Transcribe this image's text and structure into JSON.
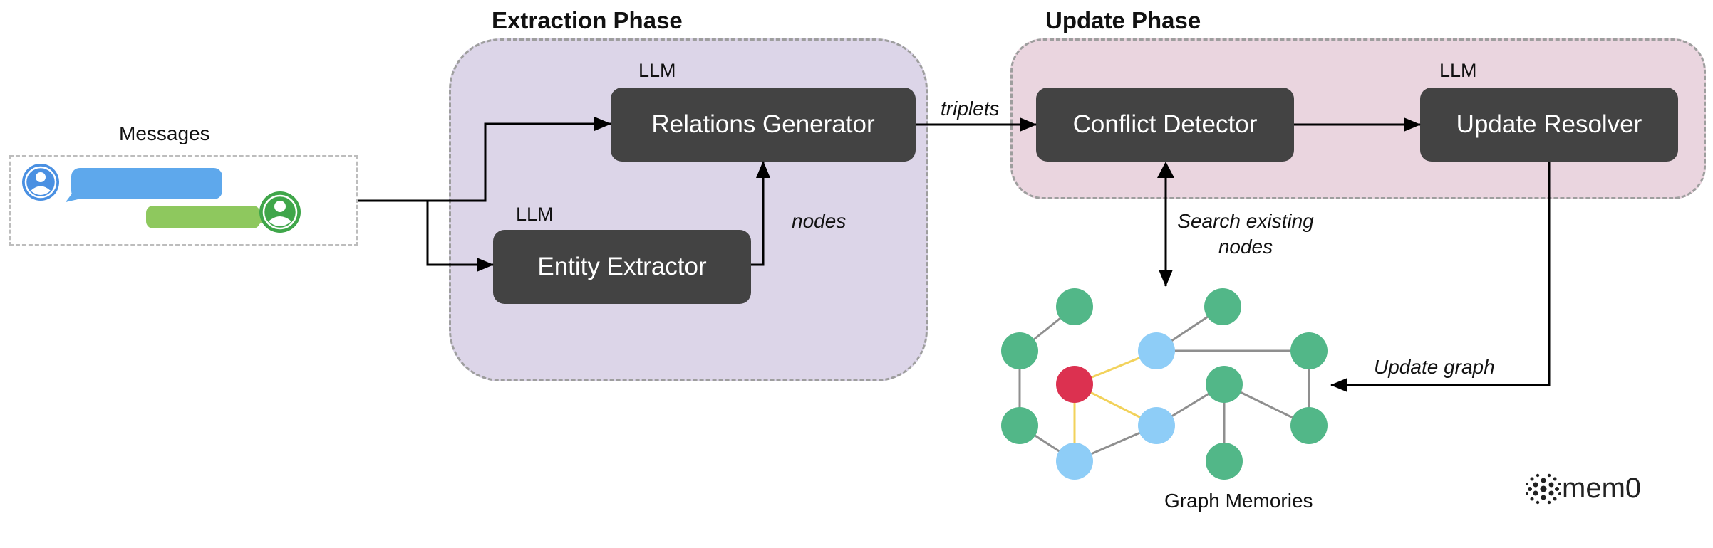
{
  "phases": {
    "extraction_title": "Extraction Phase",
    "update_title": "Update Phase"
  },
  "messages": {
    "label": "Messages"
  },
  "boxes": {
    "relations_generator": "Relations Generator",
    "entity_extractor": "Entity Extractor",
    "conflict_detector": "Conflict Detector",
    "update_resolver": "Update Resolver"
  },
  "llm_tags": {
    "relations": "LLM",
    "entity": "LLM",
    "resolver": "LLM"
  },
  "edge_labels": {
    "triplets": "triplets",
    "nodes": "nodes",
    "search_line1": "Search existing",
    "search_line2": "nodes",
    "update_graph": "Update graph"
  },
  "graph": {
    "caption": "Graph Memories"
  },
  "brand": {
    "name": "mem0"
  },
  "colors": {
    "node_green": "#52b788",
    "node_blue": "#8ecdf7",
    "node_red": "#dc3150",
    "edge_gray": "#8f8f8f",
    "edge_yellow": "#f2d25b",
    "bubble_blue": "#5ea8ec",
    "bubble_green": "#8ec85e",
    "avatar_blue": "#4a90e2",
    "avatar_green": "#3fa64a"
  }
}
